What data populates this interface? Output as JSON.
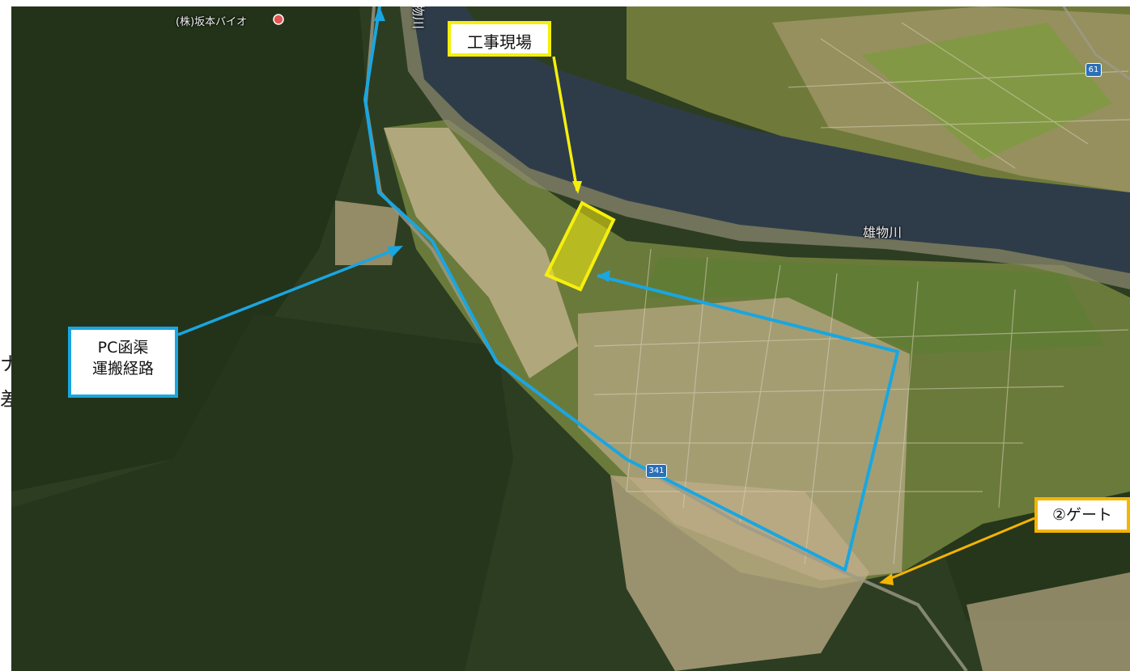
{
  "map": {
    "callouts": {
      "construction_site": "工事現場",
      "transport_route_line1": "PC函渠",
      "transport_route_line2": "運搬経路",
      "gate": "②ゲート"
    },
    "labels": {
      "poi": "(株)坂本バイオ",
      "river": "雄物川",
      "river_partial": "物川",
      "road_61": "61",
      "road_341": "341"
    },
    "edge_text": [
      "ナ",
      "差"
    ],
    "colors": {
      "route": "#1aa6e0",
      "site": "#f6ef0c",
      "gate": "#f5b400",
      "river": "#2e3c4a"
    }
  }
}
